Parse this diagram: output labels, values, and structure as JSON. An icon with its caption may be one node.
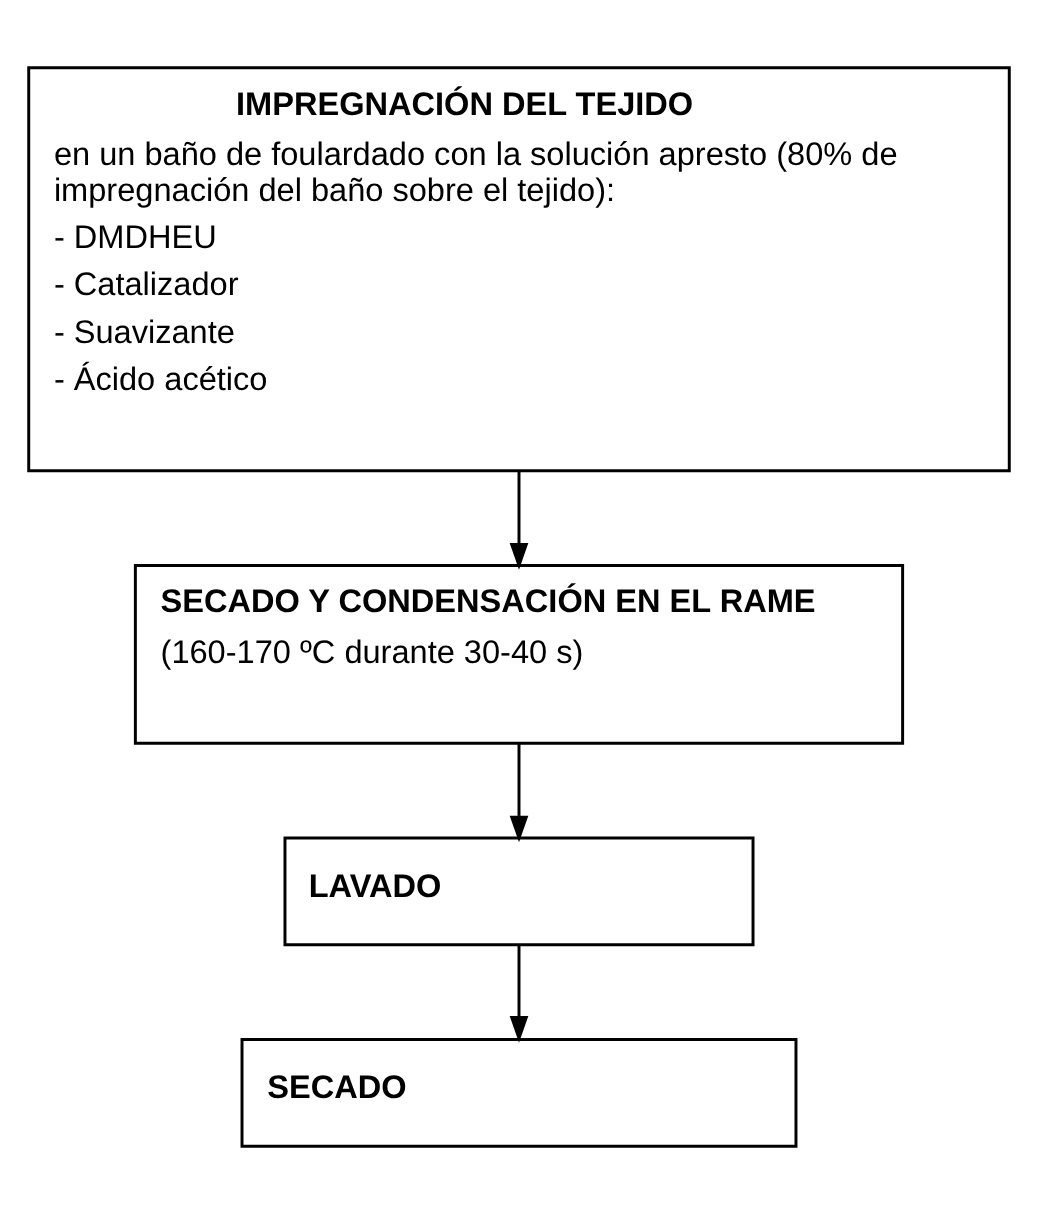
{
  "diagram": {
    "nodes": [
      {
        "text": [
          "IMPREGNACIÓN DEL TEJIDO",
          "en un baño de foulardado con la solución apresto (80% de impregnación del baño sobre el tejido):",
          "- DMDHEU",
          "- Catalizador",
          "- Suavizante",
          "- Ácido acético"
        ]
      },
      {
        "text": [
          "SECADO Y CONDENSACIÓN EN EL RAME",
          "(160-170 ºC durante 30-40 s)"
        ]
      },
      {
        "text": [
          "LAVADO"
        ]
      },
      {
        "text": [
          "SECADO"
        ]
      }
    ],
    "edges": [
      {
        "from": 0,
        "to": 1,
        "arrow": "to"
      },
      {
        "from": 1,
        "to": 2,
        "arrow": "to"
      },
      {
        "from": 2,
        "to": 3,
        "arrow": "to"
      }
    ]
  }
}
